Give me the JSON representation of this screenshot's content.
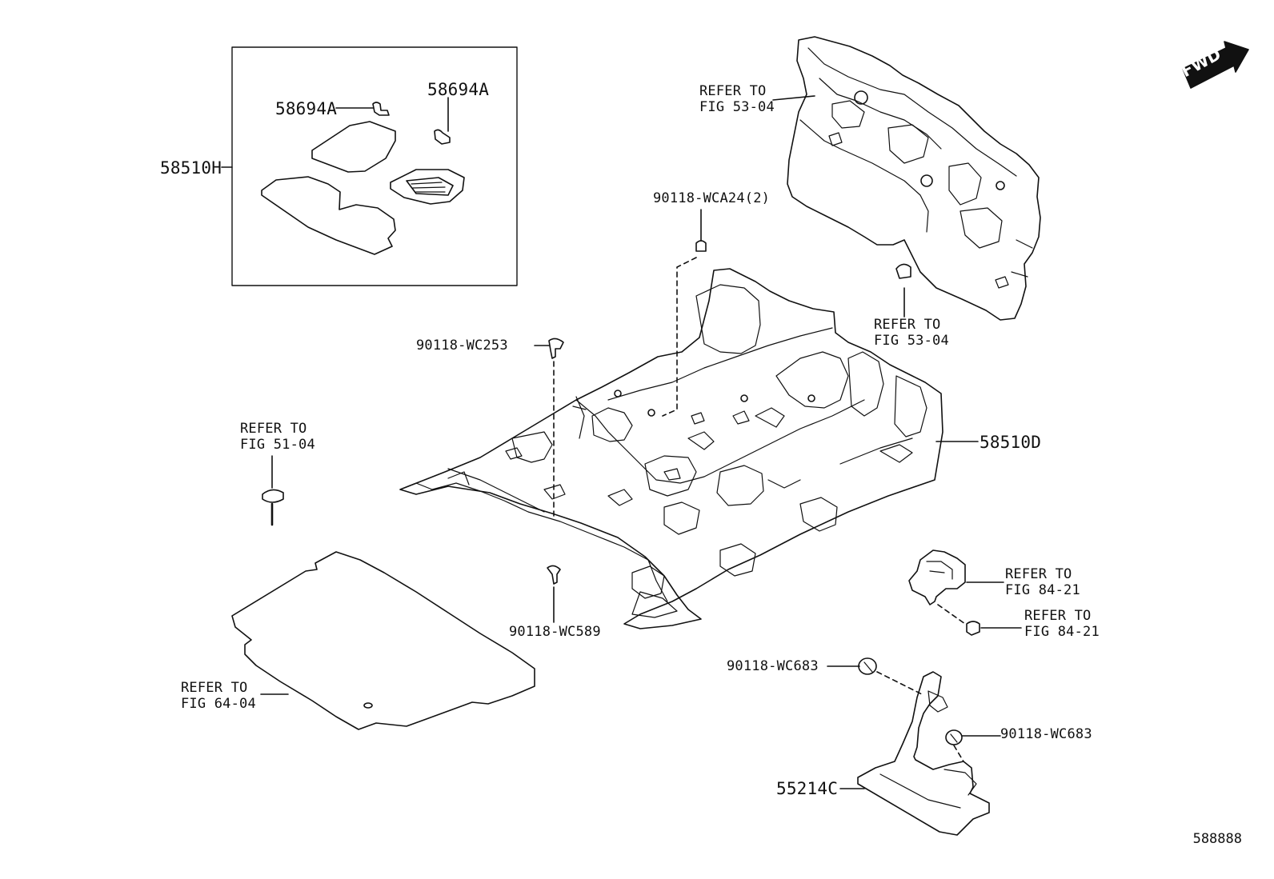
{
  "parts": {
    "p58510H": "58510H",
    "p58694A_left": "58694A",
    "p58694A_right": "58694A",
    "p90118WCA24": "90118-WCA24(2)",
    "p90118WC253": "90118-WC253",
    "p58510D": "58510D",
    "p90118WC589": "90118-WC589",
    "p90118WC683_left": "90118-WC683",
    "p90118WC683_right": "90118-WC683",
    "p55214C": "55214C"
  },
  "refs": {
    "r1": {
      "line1": "REFER TO",
      "line2": "FIG 53-04"
    },
    "r2": {
      "line1": "REFER TO",
      "line2": "FIG 53-04"
    },
    "r3": {
      "line1": "REFER TO",
      "line2": "FIG 51-04"
    },
    "r4": {
      "line1": "REFER TO",
      "line2": "FIG 84-21"
    },
    "r5": {
      "line1": "REFER TO",
      "line2": "FIG 84-21"
    },
    "r6": {
      "line1": "REFER TO",
      "line2": "FIG 64-04"
    }
  },
  "fwd": "FWD",
  "doc_number": "588888"
}
